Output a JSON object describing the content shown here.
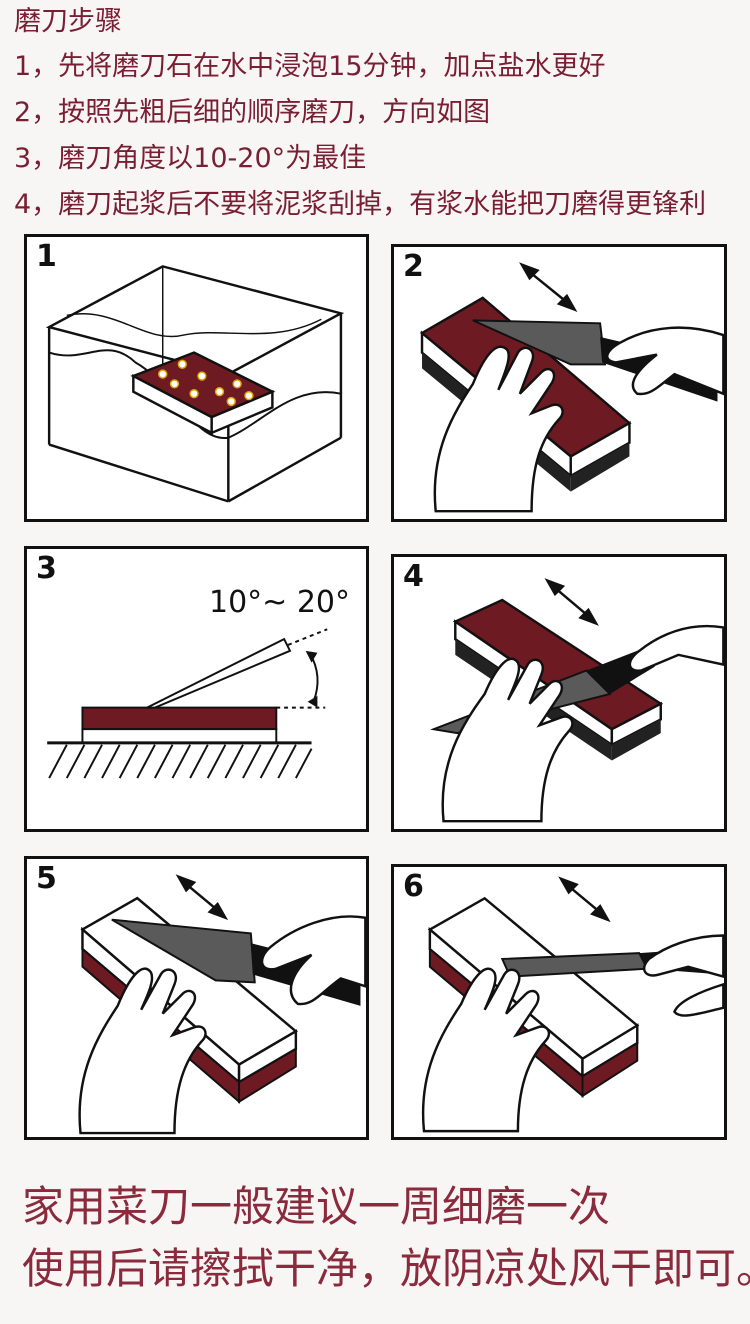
{
  "header": {
    "title": "磨刀步骤",
    "steps": [
      "1，先将磨刀石在水中浸泡15分钟，加点盐水更好",
      "2，按照先粗后细的顺序磨刀，方向如图",
      "3，磨刀角度以10-20°为最佳",
      "4，磨刀起浆后不要将泥浆刮掉，有浆水能把刀磨得更锋利"
    ]
  },
  "panels": [
    {
      "number": "1"
    },
    {
      "number": "2"
    },
    {
      "number": "3",
      "angle_label": "10°~ 20°"
    },
    {
      "number": "4"
    },
    {
      "number": "5"
    },
    {
      "number": "6"
    }
  ],
  "footer": {
    "line1": "家用菜刀一般建议一周细磨一次",
    "line2": "使用后请擦拭干净，放阴凉处风干即可。"
  },
  "colors": {
    "text": "#7a1f33",
    "stone_coarse": "#6e1a22",
    "stone_fine": "#ffffff",
    "outline": "#111111"
  }
}
